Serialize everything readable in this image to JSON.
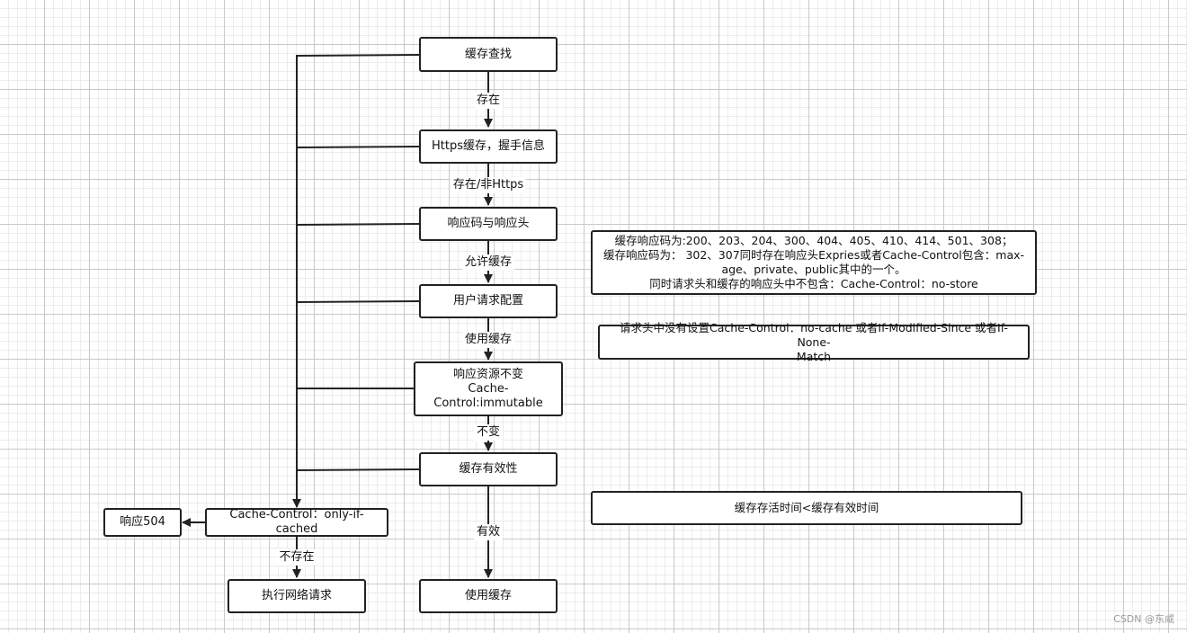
{
  "nodes": {
    "cache_lookup": "缓存查找",
    "https_cache": "Https缓存，握手信息",
    "response_code_headers": "响应码与响应头",
    "user_request_config": "用户请求配置",
    "immutable_resource": "响应资源不变\nCache-\nControl:immutable",
    "cache_validity": "缓存有效性",
    "use_cache": "使用缓存",
    "only_if_cached": "Cache-Control：only-if-cached",
    "response_504": "响应504",
    "network_request": "执行网络请求"
  },
  "edges": {
    "exists": "存在",
    "exists_non_https": "存在/非Https",
    "allow_cache": "允许缓存",
    "use_cache": "使用缓存",
    "unchanged": "不变",
    "valid": "有效",
    "not_exists": "不存在"
  },
  "notes": {
    "cacheable_status": "缓存响应码为:200、203、204、300、404、405、410、414、501、308；\n缓存响应码为： 302、307同时存在响应头Expries或者Cache-Control包含：max-\nage、private、public其中的一个。\n同时请求头和缓存的响应头中不包含：Cache-Control：no-store",
    "request_headers": "请求头中没有设置Cache-Control：no-cache 或者If-Modified-Since 或者If-None-\nMatch",
    "freshness": "缓存存活时间<缓存有效时间"
  },
  "watermark": "CSDN @东咸"
}
